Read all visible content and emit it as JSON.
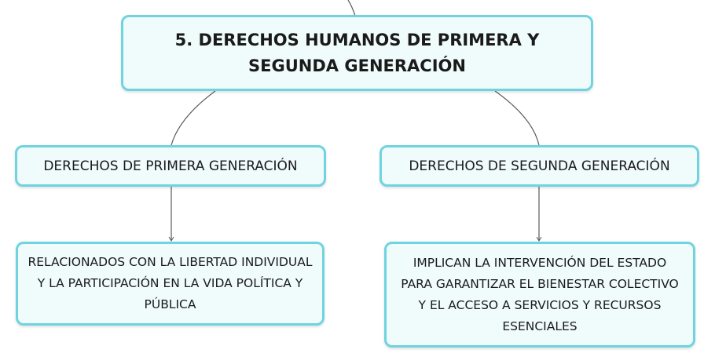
{
  "diagram": {
    "root": {
      "title": "5. DERECHOS HUMANOS DE PRIMERA Y SEGUNDA GENERACIÓN"
    },
    "branches": [
      {
        "label": "DERECHOS DE PRIMERA GENERACIÓN",
        "detail": "RELACIONADOS CON LA LIBERTAD INDIVIDUAL Y LA PARTICIPACIÓN EN LA VIDA POLÍTICA Y PÚBLICA"
      },
      {
        "label": "DERECHOS DE SEGUNDA GENERACIÓN",
        "detail": "IMPLICAN LA INTERVENCIÓN DEL ESTADO PARA GARANTIZAR EL BIENESTAR COLECTIVO Y EL ACCESO A SERVICIOS Y RECURSOS ESENCIALES"
      }
    ],
    "colors": {
      "node_border": "#6fd4df",
      "node_fill": "#f0fbfc",
      "connector": "#5a5a5a",
      "text": "#1a1a1a"
    }
  }
}
